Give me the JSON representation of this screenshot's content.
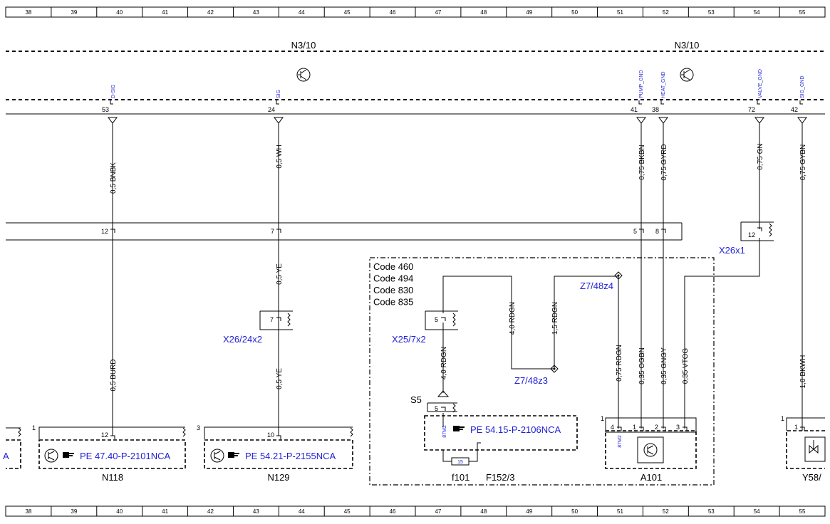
{
  "grid_columns": [
    "38",
    "39",
    "40",
    "41",
    "42",
    "43",
    "44",
    "45",
    "46",
    "47",
    "48",
    "49",
    "50",
    "51",
    "52",
    "53",
    "54",
    "55"
  ],
  "modules": {
    "top_left_label": "N3/10",
    "top_right_label": "N3/10"
  },
  "signals": {
    "d_sig": "D-SIG",
    "sig": "SIG",
    "pump_gnd": "PUMP_GND",
    "heat_gnd": "HEAT_GND",
    "valve_gnd": "VALVE_GND",
    "sig_gnd": "SIG_GND"
  },
  "pins": {
    "p53": "53",
    "p24": "24",
    "p41": "41",
    "p38": "38",
    "p72": "72",
    "p42": "42",
    "c12": "12",
    "c7": "7",
    "c5": "5",
    "c8": "8",
    "x26x1_12": "12",
    "x26_24x2_7": "7",
    "x25_7x2_5": "5",
    "s5_5": "5",
    "n118_12": "12",
    "n129_10": "10",
    "a101_4": "4",
    "a101_1": "1",
    "a101_2": "2",
    "a101_3": "3",
    "n118_1": "1",
    "n129_3": "3",
    "a101_corner": "1",
    "y58_1": "1",
    "y58_corner": "1"
  },
  "wires": {
    "w_bnbk": "0,5 BNBK",
    "w_wh": "0,5 WH",
    "w_bkbn": "0,75 BKBN",
    "w_gyrd": "0,75 GYRD",
    "w_gn": "0,75 GN",
    "w_gybn": "0,75 GYBN",
    "w_ye1": "0,5 YE",
    "w_ye2": "0,5 YE",
    "w_burd": "0,5 BURD",
    "w_rdgn4_top": "4,0 RDGN",
    "w_rdgn15": "1,5 RDGN",
    "w_rdgn4_bot": "4,0 RDGN",
    "w_rdgn075": "0,75 RDGN",
    "w_ogbn": "0,35 OGBN",
    "w_gngy": "0,35 GNGY",
    "w_vtog": "0,35 VTOG",
    "w_bkwh": "1,0 BKWH"
  },
  "connectors": {
    "x26x1": "X26x1",
    "x26_24x2": "X26/24x2",
    "x25_7x2": "X25/7x2",
    "z7_48z4": "Z7/48z4",
    "z7_48z3": "Z7/48z3",
    "s5": "S5"
  },
  "codes": [
    "Code 460",
    "Code 494",
    "Code 830",
    "Code 835"
  ],
  "components": {
    "n118": "N118",
    "n129": "N129",
    "a101": "A101",
    "f101": "f101",
    "f152_3": "F152/3",
    "y58": "Y58/",
    "fuse_15": "15",
    "relay_87m2_a": "87M2",
    "relay_87m2_b": "87M2"
  },
  "references": {
    "pe_n118": "PE 47.40-P-2101NCA",
    "pe_n129": "PE 54.21-P-2155NCA",
    "pe_f152": "PE 54.15-P-2106NCA",
    "left_cut": "A"
  },
  "icons": {
    "transistor": "transistor-symbol-icon",
    "hand": "pointing-hand-icon",
    "sensor": "sensor-symbol-icon",
    "valve": "valve-symbol-icon"
  }
}
